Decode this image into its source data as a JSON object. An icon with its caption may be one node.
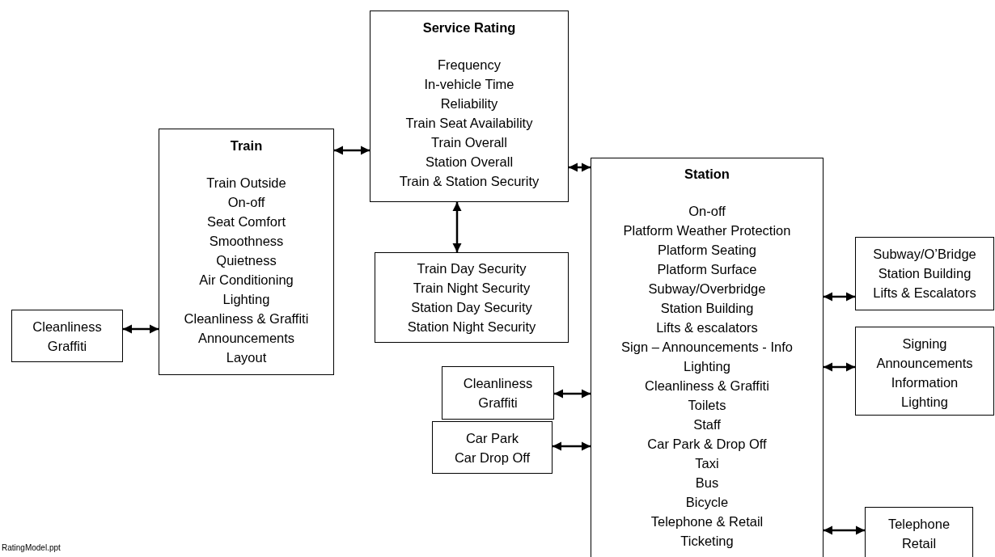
{
  "diagram": {
    "nodes": [
      {
        "text": [
          "Service Rating",
          "Frequency",
          "In-vehicle Time",
          "Reliability",
          "Train Seat Availability",
          "Train Overall",
          "Station Overall",
          "Train & Station Security"
        ]
      },
      {
        "text": [
          "Train",
          "Train Outside",
          "On-off",
          "Seat Comfort",
          "Smoothness",
          "Quietness",
          "Air Conditioning",
          "Lighting",
          "Cleanliness & Graffiti",
          "Announcements",
          "Layout"
        ]
      },
      {
        "text": [
          "Cleanliness",
          "Graffiti"
        ]
      },
      {
        "text": [
          "Train Day Security",
          "Train Night Security",
          "Station Day Security",
          "Station Night Security"
        ]
      },
      {
        "text": [
          "Station",
          "On-off",
          "Platform Weather Protection",
          "Platform Seating",
          "Platform Surface",
          "Subway/Overbridge",
          "Station Building",
          "Lifts & escalators",
          "Sign – Announcements - Info",
          "Lighting",
          "Cleanliness & Graffiti",
          "Toilets",
          "Staff",
          "Car Park & Drop Off",
          "Taxi",
          "Bus",
          "Bicycle",
          "Telephone & Retail",
          "Ticketing"
        ]
      },
      {
        "text": [
          "Cleanliness",
          "Graffiti"
        ]
      },
      {
        "text": [
          "Car Park",
          "Car Drop Off"
        ]
      },
      {
        "text": [
          "Subway/O’Bridge",
          "Station Building",
          "Lifts & Escalators"
        ]
      },
      {
        "text": [
          "Signing",
          "Announcements",
          "Information",
          "Lighting"
        ]
      },
      {
        "text": [
          "Telephone",
          "Retail"
        ]
      }
    ],
    "edges": [
      {
        "from": 1,
        "to": 0,
        "arrow": "both"
      },
      {
        "from": 0,
        "to": 4,
        "arrow": "both"
      },
      {
        "from": 0,
        "to": 3,
        "arrow": "both"
      },
      {
        "from": 2,
        "to": 1,
        "arrow": "both"
      },
      {
        "from": 5,
        "to": 4,
        "arrow": "both"
      },
      {
        "from": 6,
        "to": 4,
        "arrow": "both"
      },
      {
        "from": 4,
        "to": 7,
        "arrow": "both"
      },
      {
        "from": 4,
        "to": 8,
        "arrow": "both"
      },
      {
        "from": 4,
        "to": 9,
        "arrow": "both"
      }
    ],
    "labels": [
      "RatingModel.ppt"
    ]
  }
}
